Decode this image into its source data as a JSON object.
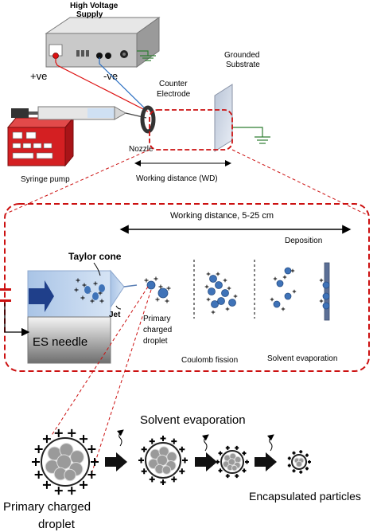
{
  "labels": {
    "hv_supply_line1": "High Voltage",
    "hv_supply_line2": "Supply",
    "positive": "+ve",
    "negative": "-ve",
    "grounded_line1": "Grounded",
    "grounded_line2": "Substrate",
    "counter_line1": "Counter",
    "counter_line2": "Electrode",
    "nozzle": "Nozzle",
    "syringe_pump": "Syringe pump",
    "working_distance_wd": "Working distance (WD)",
    "working_distance_range": "Working distance, 5-25 cm",
    "deposition": "Deposition",
    "taylor_cone": "Taylor cone",
    "jet": "Jet",
    "primary_line1": "Primary",
    "primary_line2": "charged",
    "primary_line3": "droplet",
    "es_needle": "ES needle",
    "coulomb_fission": "Coulomb fission",
    "solvent_evaporation_stage": "Solvent evaporation",
    "solvent_evaporation_title": "Solvent evaporation",
    "primary_bottom_line1": "Primary charged",
    "primary_bottom_line2": "droplet",
    "encapsulated": "Encapsulated particles"
  },
  "colors": {
    "dashed_red": "#cc1111",
    "pump_red": "#d41f22",
    "arrow_navy": "#1f3f8a",
    "droplet_blue": "#3f73b8",
    "cone_blue": "#bcd3ee",
    "needle_gray": "#8a8a8a",
    "particle_gray": "#9a9a9a"
  }
}
